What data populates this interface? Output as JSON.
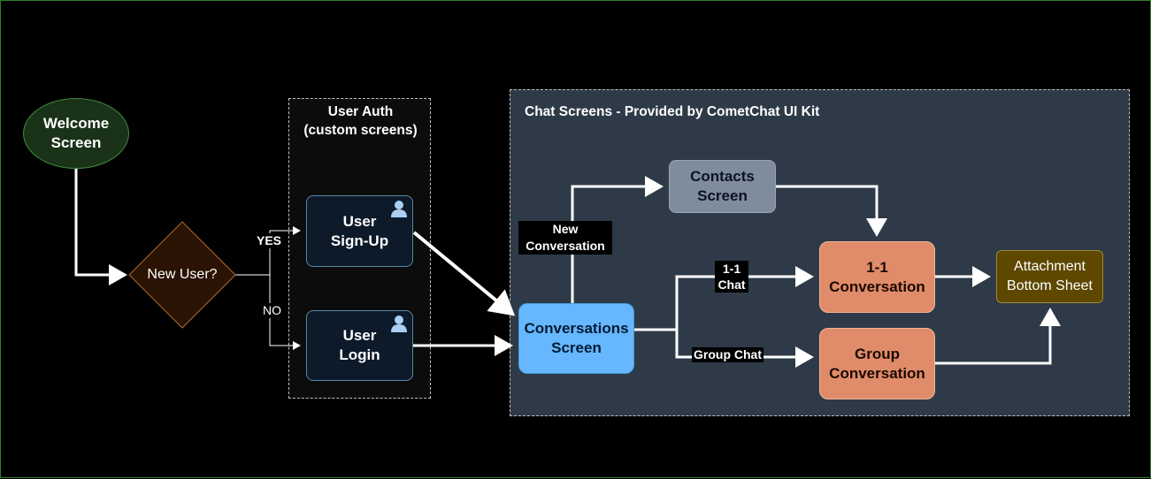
{
  "groups": {
    "user_auth_title": "User Auth\n(custom screens)",
    "chat_title": "Chat Screens - Provided by CometChat UI Kit"
  },
  "nodes": {
    "welcome": "Welcome\nScreen",
    "new_user": "New User?",
    "signup": "User\nSign-Up",
    "login": "User\nLogin",
    "conversations": "Conversations\nScreen",
    "contacts": "Contacts\nScreen",
    "one_to_one": "1-1\nConversation",
    "group_conv": "Group\nConversation",
    "attachment": "Attachment\nBottom Sheet"
  },
  "edge_labels": {
    "yes": "YES",
    "no": "NO",
    "new_conversation": "New\nConversation",
    "one_to_one_chat": "1-1\nChat",
    "group_chat": "Group Chat"
  },
  "icons": {
    "signup_icon": "user-icon",
    "login_icon": "user-icon"
  },
  "colors": {
    "welcome_fill": "#1a3318",
    "welcome_border": "#3d8b3d",
    "decision_fill": "#2a1304",
    "decision_border": "#b06a2a",
    "auth_node_fill": "#0c1a2a",
    "chat_group_fill": "#2e3a47",
    "conversations_fill": "#66b7ff",
    "contacts_fill": "#7f8c9e",
    "conversation_fill": "#e08b69",
    "attachment_fill": "#5e4800"
  }
}
